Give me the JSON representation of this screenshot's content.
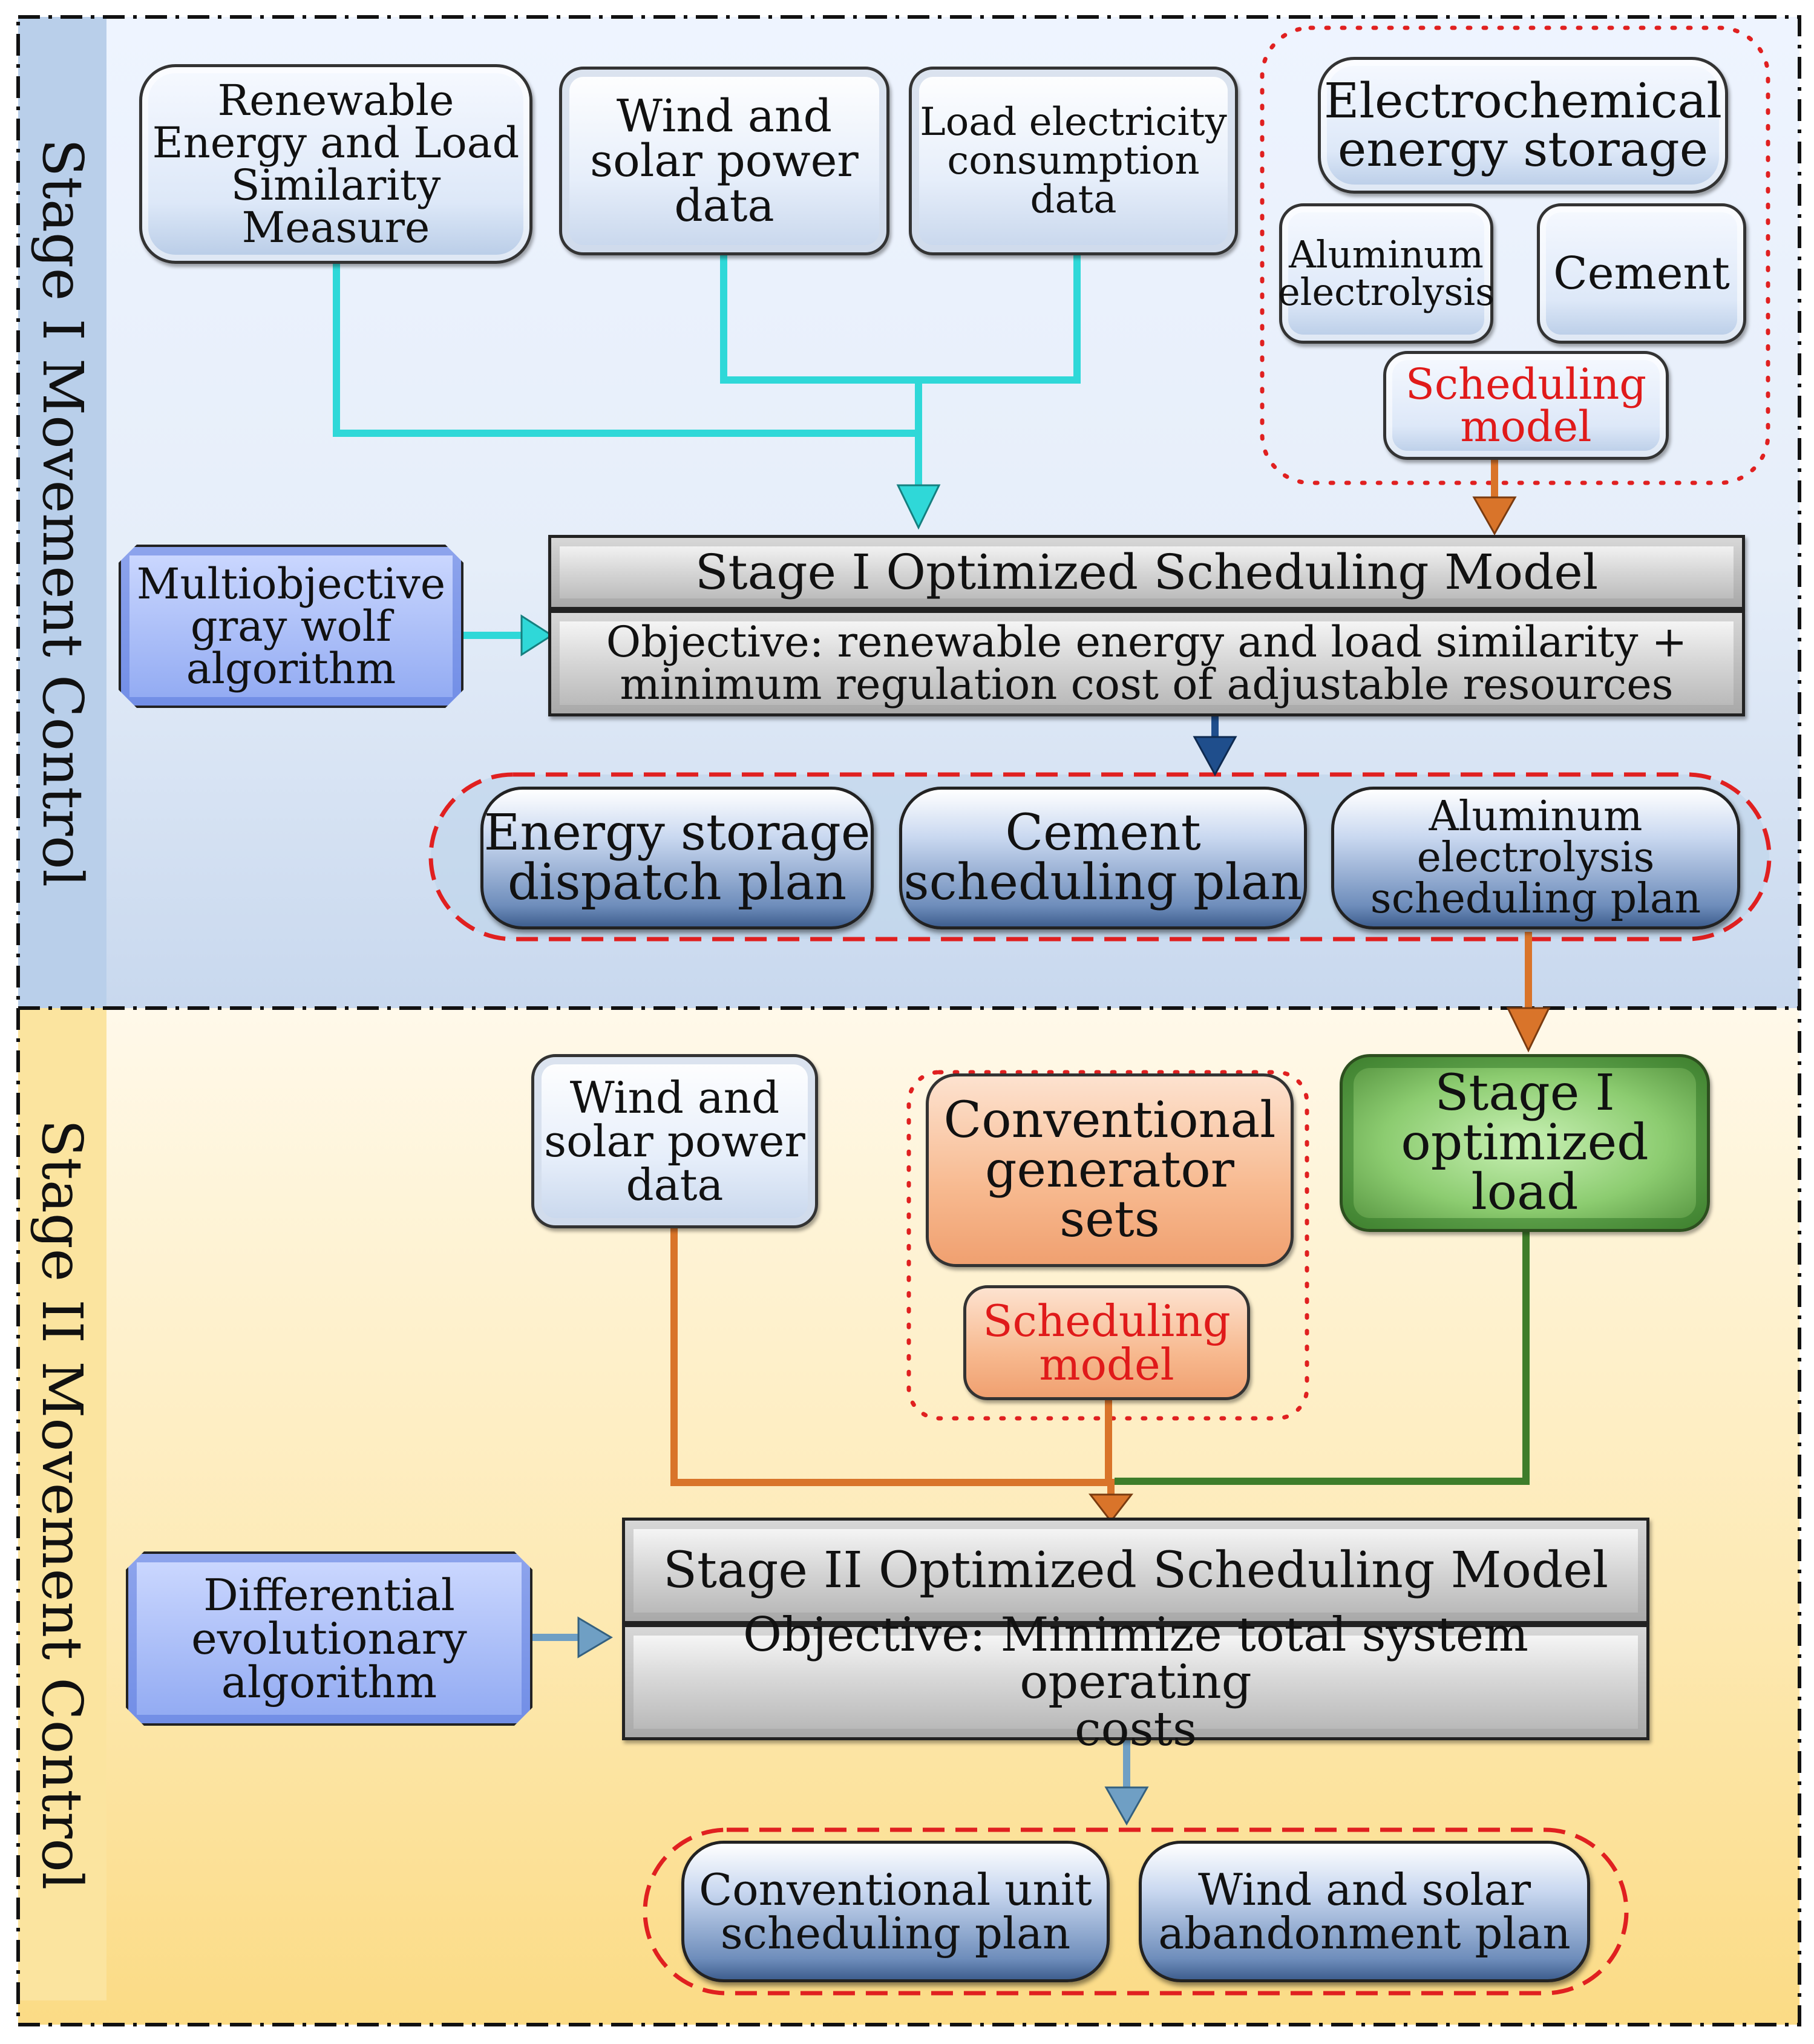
{
  "stage1": {
    "label": "Stage I Movement Control",
    "similarity_box": "Renewable\nEnergy and Load\nSimilarity\nMeasure",
    "wind_solar_box": "Wind and\nsolar power\ndata",
    "load_box": "Load electricity\nconsumption\ndata",
    "electrochemical_box": "Electrochemical\nenergy storage",
    "aluminum_box": "Aluminum\nelectrolysis",
    "cement_box": "Cement",
    "scheduling_model": "Scheduling\nmodel",
    "algorithm_box": "Multiobjective\ngray wolf\nalgorithm",
    "model_title": "Stage I Optimized Scheduling Model",
    "model_objective": "Objective: renewable energy and load similarity  +\nminimum regulation cost of adjustable resources",
    "outputs": [
      "Energy storage\ndispatch plan",
      "Cement\nscheduling plan",
      "Aluminum\nelectrolysis\nscheduling plan"
    ]
  },
  "stage2": {
    "label": "Stage II Movement Control",
    "wind_solar_box": "Wind and\nsolar power\ndata",
    "conventional_box": "Conventional\ngenerator sets",
    "scheduling_model": "Scheduling\nmodel",
    "stage1_load_box": "Stage I\noptimized\nload",
    "algorithm_box": "Differential\nevolutionary\nalgorithm",
    "model_title": "Stage II Optimized Scheduling Model",
    "model_objective": "Objective: Minimize total system operating\ncosts",
    "outputs": [
      "Conventional unit\nscheduling plan",
      "Wind and solar\nabandonment plan"
    ]
  },
  "colors": {
    "cyan_connector": "#2fd8d8",
    "orange_connector": "#d9742a",
    "green_connector": "#3e7d2a",
    "blue_arrow": "#1f4e8c",
    "steel_arrow": "#6f9fc4",
    "dashed_red": "#e02020"
  }
}
